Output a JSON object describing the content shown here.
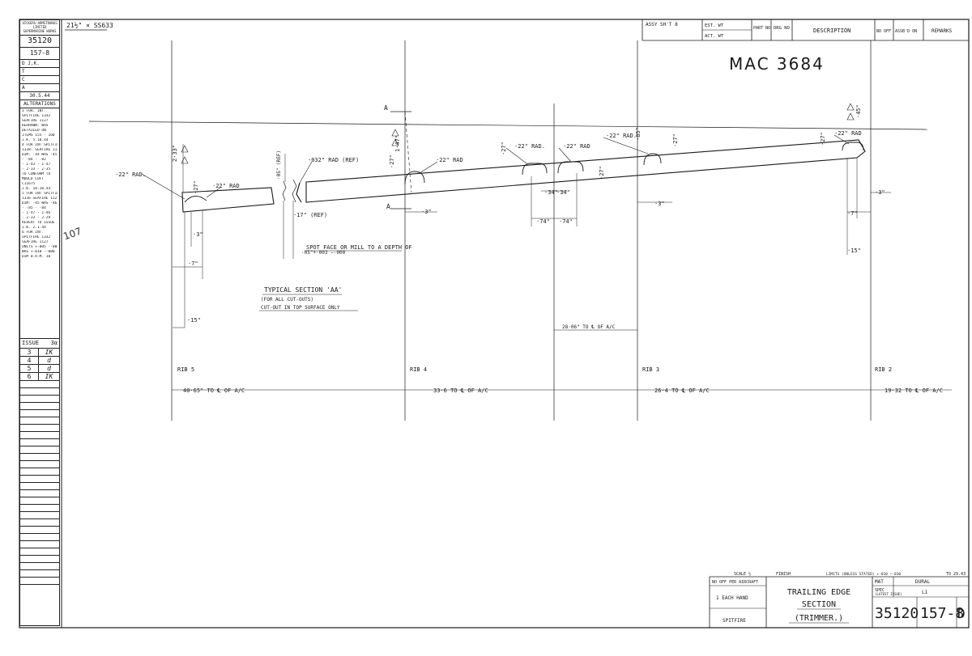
{
  "sheet": {
    "mac_number": "MAC 3684",
    "top_left_ref": "21½\" × SS633",
    "sidebar": {
      "company": [
        "VICKERS-ARMSTRONGS",
        "LIMITED",
        "SUPERMARINE WORKS"
      ],
      "drawing_no": "35120",
      "sheet_ref": "157-8",
      "rows": [
        {
          "label": "D",
          "value": "J.K."
        },
        {
          "label": "T",
          "value": ""
        },
        {
          "label": "C",
          "value": ""
        },
        {
          "label": "A",
          "value": ""
        }
      ],
      "date": "30.5.44",
      "alterations_title": "ALTERATIONS",
      "alterations": [
        "3 FOR: INT.",
        "SPITFIRE 1332",
        "SEAFIRE 1127",
        "REDRAWN: WAS",
        "DETAILED ON",
        "ITEMS 155 - 160",
        "J.K. 5.10.44",
        "4 FOR INT SPITFIRE",
        "1338: SEAFIRE 1127",
        "DIM: ·44 WAS ·45",
        "- ·84 - ·82",
        "- 1·43 - 1·47",
        "- 2·33 - 2·35",
        "TO CONFORM TO",
        "MOULD LOFT",
        "C11675",
        "J.K. 18.10.44",
        "5 FOR INT SPITFIRE",
        "1336 SEAFIRE 1127",
        "DIM: ·45 WAS ·46",
        "- ·85 - ·84",
        "- 1·47 - 1·46",
        "- 2·33 - 2·29",
        "REVERT TO ISSUE 3",
        "J.K. 2.1.44",
        "6 FOR INT.",
        "SPITFIRE 1332",
        "SEAFIRE 1127",
        "UNITS +·005 -·005",
        "WAS +·010 -·000",
        "DIM 0.H.M. 10"
      ],
      "issue_title": "ISSUE",
      "issue_mark": "3α",
      "issues": [
        {
          "no": "3",
          "init": "IK"
        },
        {
          "no": "4",
          "init": "d"
        },
        {
          "no": "5",
          "init": "d"
        },
        {
          "no": "6",
          "init": "IK"
        }
      ],
      "margin_mark": "107"
    },
    "header": {
      "assy": "ASSY SH'T 8",
      "est_wt": "EST. WT",
      "act_wt": "ACT. WT",
      "part_no": "PART NO",
      "drg_no": "DRG NO",
      "description": "DESCRIPTION",
      "no_off": "NO OFF",
      "assbd_on": "ASSB'D ON",
      "remarks": "REMARKS"
    },
    "title_block": {
      "scale": "SCALE ½",
      "finish": "FINISH",
      "limits": "LIMITS (UNLESS STATED) +·010 −·010",
      "date": "TO 29.43",
      "no_off_per_aircraft": "NO OFF PER AIRCRAFT",
      "each_hand": "1 EACH HAND",
      "aircraft": "SPITFIRE",
      "title_lines": [
        "TRAILING EDGE",
        "SECTION",
        "(TRIMMER.)"
      ],
      "mat_label": "MAT",
      "mat_value": "DURAL",
      "spec_label": "SPEC",
      "spec_sub": "(LATEST ISSUE)",
      "spec_value": "L1",
      "drawing_no": "35120",
      "sheet_no": "157-8",
      "issue_letter": "D"
    },
    "drawing": {
      "rad_labels": [
        "·22\" RAD.",
        "·22\" RAD",
        "·032\" RAD (REF)",
        "·22\" RAD",
        "·22\" RAD.",
        "·22\" RAD",
        "·22\" RAD.",
        "·22\" RAD"
      ],
      "dims": [
        "2·33\"",
        "·27\"",
        "·3\"",
        "·7\"",
        "·15\"",
        "·05\" (REF)",
        "·17\" (REF)",
        "·05\"+·003 −·000",
        "1·47\"",
        "·27\"",
        "·3\"",
        "·27\"",
        "·27\"",
        "·34\"",
        "·34\"",
        "·74\"",
        "·74\"",
        "·85\"",
        "·3\"",
        "·27\"",
        "·27\"",
        "·45\"",
        "·3\"",
        "·7\"",
        "·15\""
      ],
      "spot_face_note": "SPOT FACE OR MILL TO A DEPTH OF",
      "section_title": "TYPICAL SECTION 'AA'",
      "section_sub": "(FOR ALL CUT-OUTS)",
      "section_note": "CUT-OUT IN TOP SURFACE ONLY",
      "section_letter": "A",
      "dim_to_cl_note": "28·06\" TO ℄ OF A/C",
      "ribs": [
        {
          "label": "RIB 5",
          "dist": "40·65\" TO ℄ OF A/C"
        },
        {
          "label": "RIB 4",
          "dist": "33·6 TO ℄ OF A/C"
        },
        {
          "label": "RIB 3",
          "dist": "26·4 TO ℄ OF A/C"
        },
        {
          "label": "RIB 2",
          "dist": "19·32 TO ℄ OF A/C"
        }
      ]
    }
  }
}
